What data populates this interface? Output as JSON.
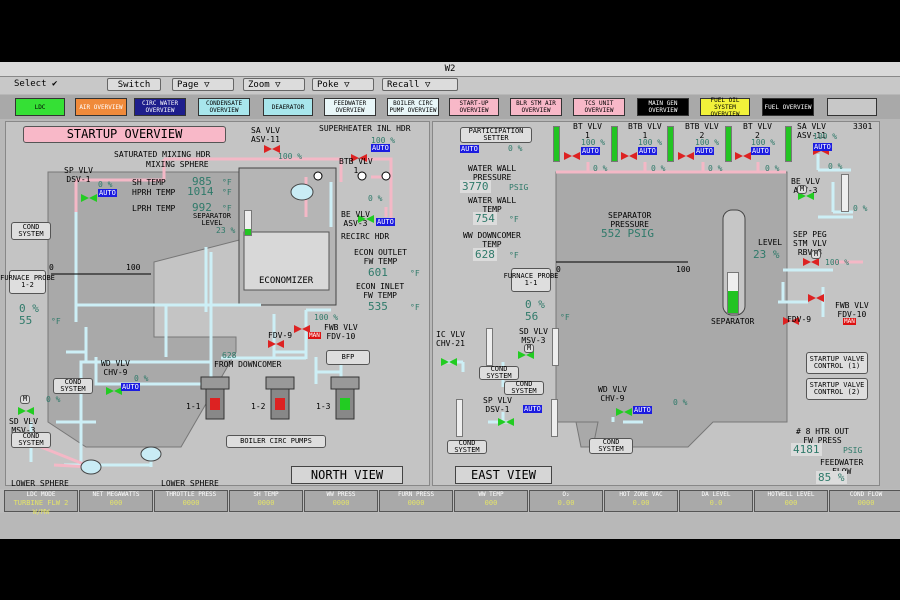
{
  "window_title": "W2",
  "menu": {
    "select": "Select",
    "switch": "Switch",
    "page": "Page",
    "zoom": "Zoom",
    "poke": "Poke",
    "recall": "Recall"
  },
  "nav": [
    {
      "label": "LDC",
      "bg": "#35e035",
      "fg": "#000"
    },
    {
      "label": "AIR OVERVIEW",
      "bg": "#f08a3a",
      "fg": "#fff"
    },
    {
      "label": "CIRC WATER OVERVIEW",
      "bg": "#1e1e8c",
      "fg": "#fff"
    },
    {
      "label": "CONDENSATE OVERVIEW",
      "bg": "#a8e6ec",
      "fg": "#000"
    },
    {
      "label": "DEAERATOR",
      "bg": "#a8e6ec",
      "fg": "#000"
    },
    {
      "label": "FEEDWATER OVERVIEW",
      "bg": "#e8f6f8",
      "fg": "#000"
    },
    {
      "label": "BOILER CIRC PUMP OVERVIEW",
      "bg": "#e8f6f8",
      "fg": "#000"
    },
    {
      "label": "START-UP OVERVIEW",
      "bg": "#f8b8c8",
      "fg": "#000"
    },
    {
      "label": "BLR STM AIR OVERVIEW",
      "bg": "#f8b8c8",
      "fg": "#000"
    },
    {
      "label": "TCS UNIT OVERVIEW",
      "bg": "#f8b8c8",
      "fg": "#000"
    },
    {
      "label": "MAIN GEN OVERVIEW",
      "bg": "#000",
      "fg": "#fff"
    },
    {
      "label": "FUEL OIL SYSTEM OVERVIEW",
      "bg": "#f2f23a",
      "fg": "#000"
    },
    {
      "label": "FUEL OVERVIEW",
      "bg": "#000",
      "fg": "#fff"
    },
    {
      "label": "",
      "bg": "#c8c8c8",
      "fg": "#000"
    }
  ],
  "page_number": "3301",
  "left": {
    "title": "STARTUP OVERVIEW",
    "sa_vlv": "SA VLV\nASV-11",
    "sa_pct": "100 %",
    "superheater": "SUPERHEATER INL HDR",
    "sat_mix": "SATURATED MIXING HDR",
    "mix_sphere": "MIXING SPHERE",
    "btb_vlv": "BTB VLV\n1",
    "btb_pct": "100 %",
    "btb_pct2": "0 %",
    "sp_vlv": "SP VLV\nDSV-1",
    "sp_pct": "0 %",
    "sh_temp_lbl": "SH TEMP",
    "sh_temp_val": "985",
    "hprh_lbl": "HPRH TEMP",
    "hprh_val": "1014",
    "lprh_lbl": "LPRH TEMP",
    "lprh_val": "992",
    "deg": "°F",
    "sep_level_lbl": "SEPARATOR LEVEL",
    "sep_level_val": "23 %",
    "be_vlv": "BE VLV\nASV-3",
    "be_pct": "0 %",
    "recirc": "RECIRC HDR",
    "cond_system": "COND SYSTEM",
    "furnace_probe": "FURNACE PROBE\n1-2",
    "scale_0": "0",
    "scale_100": "100",
    "probe_pct": "0 %",
    "probe_temp": "55",
    "economizer": "ECONOMIZER",
    "econ_out_lbl": "ECON OUTLET\nFW TEMP",
    "econ_out_val": "601",
    "econ_in_lbl": "ECON INLET\nFW TEMP",
    "econ_in_val": "535",
    "fdv9": "FDV-9",
    "fdv9_pct": "100 %",
    "fwb_vlv": "FWB VLV\nFDV-10",
    "from_downcomer_val": "628",
    "from_downcomer": "FROM DOWNCOMER",
    "bfp": "BFP",
    "wd_vlv": "WD VLV\nCHV-9",
    "wd_pct": "0 %",
    "sd_vlv": "SD VLV\nMSV-3",
    "sd_pct": "0 %",
    "pump_1": "1-1",
    "pump_2": "1-2",
    "pump_3": "1-3",
    "circ_pumps": "BOILER CIRC PUMPS",
    "lower_sphere_1": "LOWER SPHERE",
    "lower_sphere_2": "LOWER SPHERE",
    "north_view": "NORTH VIEW",
    "auto": "AUTO",
    "man": "MAN",
    "m": "M"
  },
  "right": {
    "participation": "PARTICIPATION SETTER",
    "participation_pct": "0 %",
    "bt_vlv_1": "BT VLV\n1",
    "btb_vlv_1": "BTB VLV\n1",
    "btb_vlv_2": "BTB VLV\n2",
    "bt_vlv_2": "BT VLV\n2",
    "sa_vlv": "SA VLV\nASV-11",
    "bt1_pct": "100 %",
    "btb1_pct": "100 %",
    "btb2_pct": "100 %",
    "bt2_pct": "100 %",
    "bot_pct": "0 %",
    "sa_pct": "100 %",
    "ww_press_lbl": "WATER WALL\nPRESSURE",
    "ww_press_val": "3770",
    "psig": "PSIG",
    "ww_temp_lbl": "WATER WALL\nTEMP",
    "ww_temp_val": "754",
    "ww_down_lbl": "WW DOWNCOMER\nTEMP",
    "ww_down_val": "628",
    "sep_press_lbl": "SEPARATOR\nPRESSURE",
    "sep_press_val": "552 PSIG",
    "be_vlv": "BE VLV\nASV-3",
    "be_pct": "0 %",
    "level_lbl": "LEVEL",
    "level_val": "23 %",
    "sep_peg": "SEP PEG\nSTM VLV\nRBV-8",
    "sep_peg_pct": "100 %",
    "furnace_probe": "FURNACE PROBE\n1-1",
    "probe_pct": "0 %",
    "probe_temp": "56",
    "scale_0": "0",
    "scale_100": "100",
    "separator": "SEPARATOR",
    "fdv9": "FDV-9",
    "fwb_vlv": "FWB VLV\nFDV-10",
    "ic_vlv": "IC VLV\nCHV-21",
    "sd_vlv": "SD VLV\nMSV-3",
    "sp_vlv": "SP VLV\nDSV-1",
    "wd_vlv": "WD VLV\nCHV-9",
    "wd_pct": "0 %",
    "cond_system": "COND SYSTEM",
    "startup_vc1": "STARTUP VALVE CONTROL (1)",
    "startup_vc2": "STARTUP VALVE CONTROL (2)",
    "htr_lbl": "# 8 HTR OUT\nFW PRESS",
    "htr_val": "4181",
    "fw_flow_lbl": "FEEDWATER\nFLOW",
    "fw_flow_val": "85 %",
    "east_view": "EAST VIEW",
    "auto": "AUTO",
    "man": "MAN",
    "m": "M"
  },
  "footer": [
    {
      "title": "LDC MODE",
      "value": "TURBINE FLW 2 W/MW"
    },
    {
      "title": "NET MEGAWATTS",
      "value": "000"
    },
    {
      "title": "THROTTLE PRESS",
      "value": "0000"
    },
    {
      "title": "SH TEMP",
      "value": "0000"
    },
    {
      "title": "WW PRESS",
      "value": "0000"
    },
    {
      "title": "FURN PRESS",
      "value": "0000"
    },
    {
      "title": "WW TEMP",
      "value": "000"
    },
    {
      "title": "O₂",
      "value": "0.00"
    },
    {
      "title": "HOT ZONE VAC",
      "value": "0.00"
    },
    {
      "title": "DA LEVEL",
      "value": "0.0"
    },
    {
      "title": "HOTWELL LEVEL",
      "value": "000"
    },
    {
      "title": "COND FLOW",
      "value": "0000"
    }
  ]
}
